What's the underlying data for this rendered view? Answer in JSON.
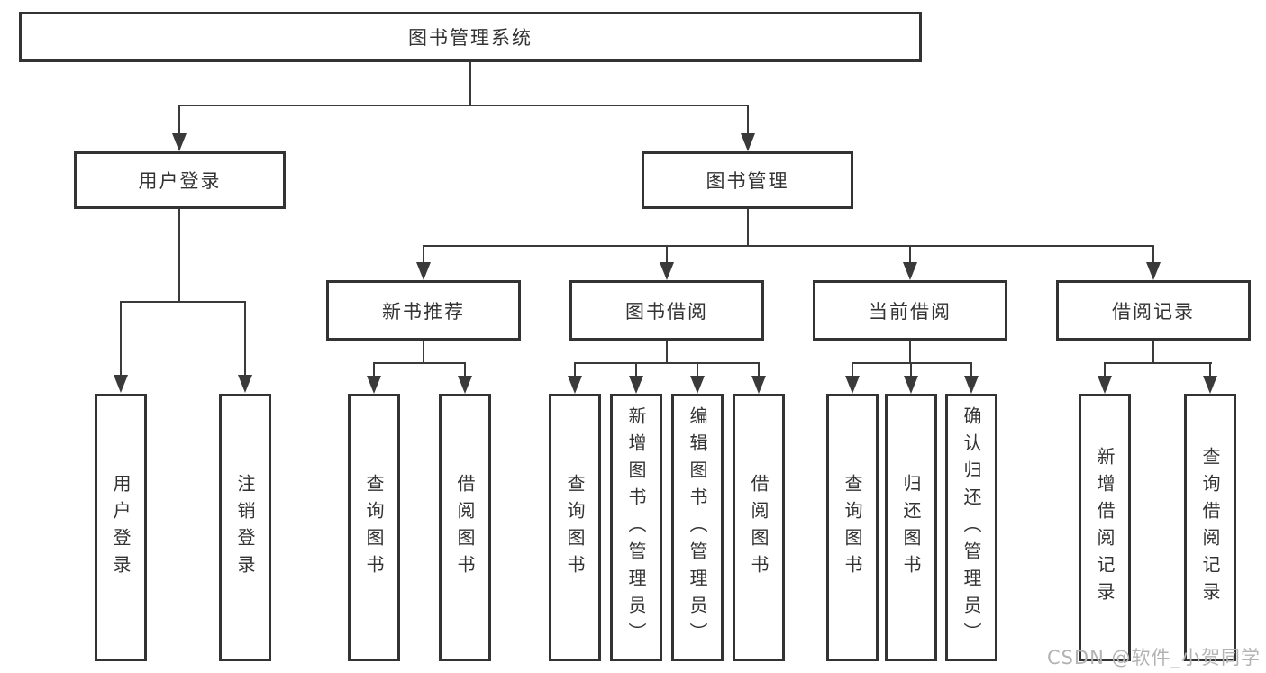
{
  "diagram": {
    "root": {
      "label": "图书管理系统"
    },
    "level2": {
      "user_login": {
        "label": "用户登录"
      },
      "book_mgmt": {
        "label": "图书管理"
      }
    },
    "level3": {
      "new_books": {
        "label": "新书推荐"
      },
      "borrow": {
        "label": "图书借阅"
      },
      "current": {
        "label": "当前借阅"
      },
      "history": {
        "label": "借阅记录"
      }
    },
    "leaves": {
      "user_login": [
        "用户登录",
        "注销登录"
      ],
      "new_books": [
        "查询图书",
        "借阅图书"
      ],
      "borrow": [
        "查询图书",
        "新增图书（管理员）",
        "编辑图书（管理员）",
        "借阅图书"
      ],
      "current": [
        "查询图书",
        "归还图书",
        "确认归还（管理员）"
      ],
      "history": [
        "新增借阅记录",
        "查询借阅记录"
      ]
    }
  },
  "watermark": {
    "text": "CSDN @软件_小贺同学"
  },
  "colors": {
    "line": "#3a3a3a",
    "border": "#333333",
    "text": "#333333",
    "background": "#ffffff",
    "watermark": "#b3b3b3"
  }
}
